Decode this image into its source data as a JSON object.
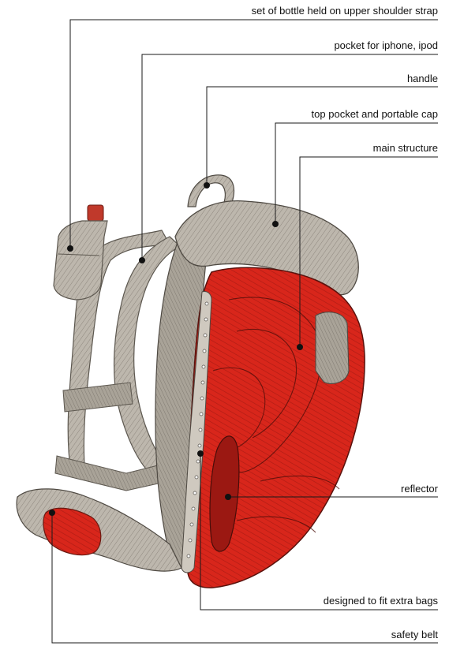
{
  "colors": {
    "background": "#ffffff",
    "leader_line": "#1a1a1a",
    "dot": "#111111",
    "shell_red": "#d8261b",
    "shell_red_dark": "#8e1410",
    "fabric_gray": "#b6b0a6",
    "fabric_gray_dark": "#6d675e",
    "rivet_strip": "#c9c3b9"
  },
  "illustration": {
    "subject": "backpack-sketch-icon"
  },
  "callouts": [
    {
      "text": "set of bottle held on upper shoulder strap"
    },
    {
      "text": "pocket for iphone, ipod"
    },
    {
      "text": "handle"
    },
    {
      "text": "top pocket and portable cap"
    },
    {
      "text": "main structure"
    },
    {
      "text": "reflector"
    },
    {
      "text": "designed to fit extra bags"
    },
    {
      "text": "safety belt"
    }
  ]
}
